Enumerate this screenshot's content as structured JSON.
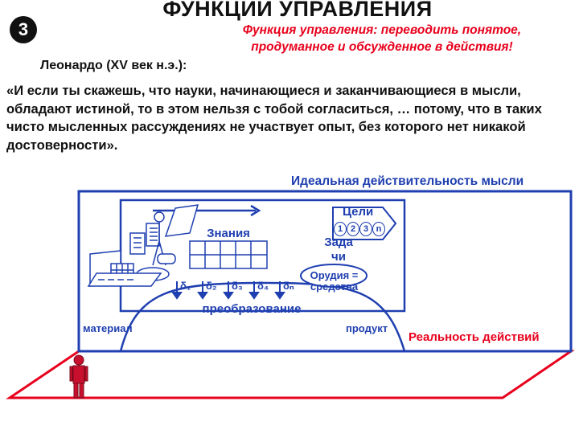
{
  "title": "ФУНКЦИИ УПРАВЛЕНИЯ",
  "badge": "3",
  "function_note": "Функция управления: переводить понятое, продуманное и обсужденное в действия!",
  "author": "Леонардо (XV век н.э.):",
  "quote": "«И если ты скажешь, что науки, начинающиеся и заканчивающиеся в мысли, обладают истиной, то в этом нельзя с тобой согласиться, … потому, что в таких чисто мысленных рассуждениях не участвует опыт, без которого нет никакой достоверности».",
  "diagram": {
    "ideal_label": "Идеальная действительность мысли",
    "reality_label": "Реальность действий",
    "knowledge": "Знания",
    "goals": "Цели",
    "goal_numbers": [
      "1",
      "2",
      "3",
      "n"
    ],
    "tasks": "Задачи",
    "tools": "Орудия = средства",
    "transformation": "преобразование",
    "material": "материал",
    "product": "продукт",
    "deltas": [
      "δ₁",
      "δ₂",
      "δ₃",
      "δ₄",
      "δₙ"
    ]
  },
  "colors": {
    "frame_blue": "#1f3fb0",
    "accent_red": "#e8001c",
    "figure_red": "#c8102e",
    "badge": "#111111"
  }
}
